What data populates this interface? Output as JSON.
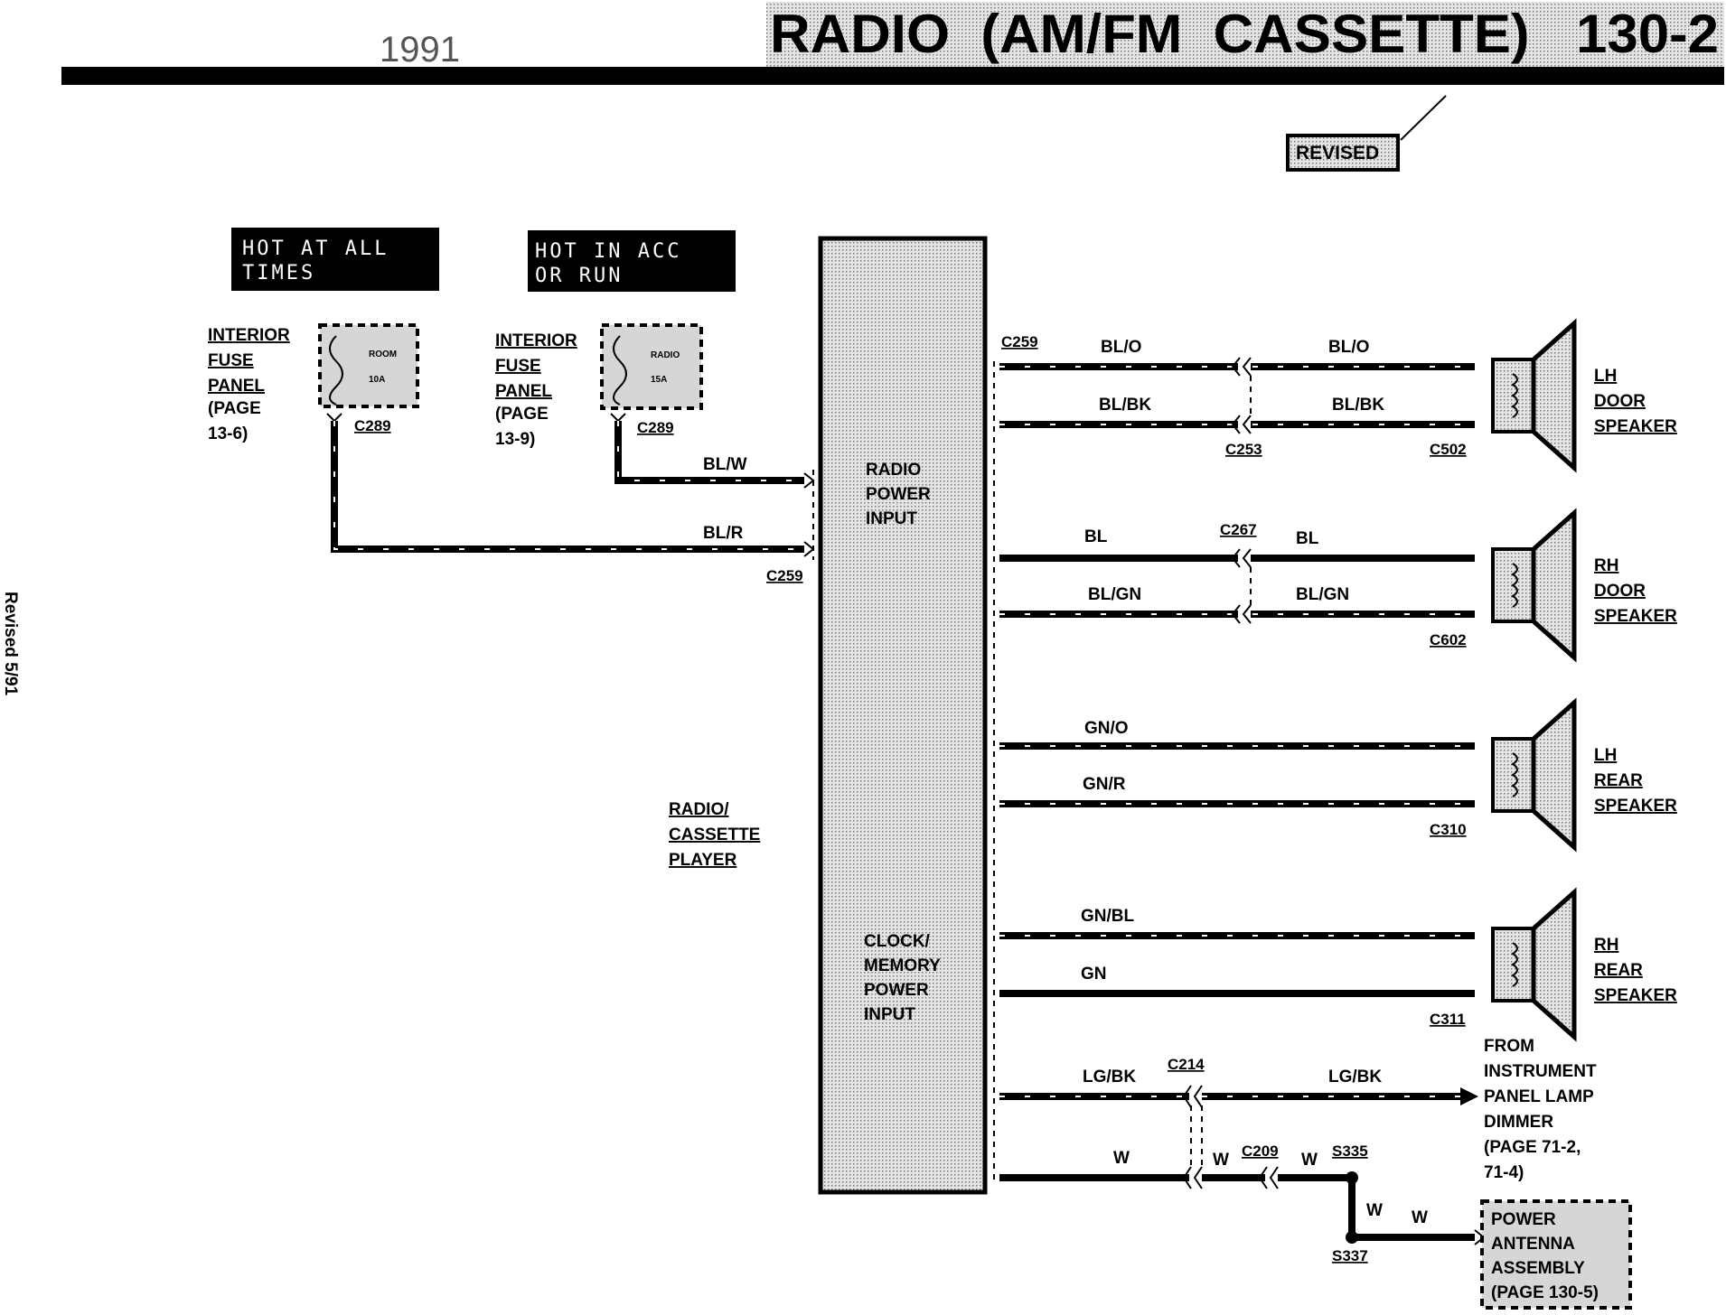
{
  "header": {
    "year": "1991",
    "title": "RADIO  (AM/FM  CASSETTE)   130-2",
    "revised_tag": "REVISED",
    "side_note": "Revised 5/91"
  },
  "power_sources": {
    "hot_all_times": [
      "HOT AT ALL",
      "TIMES"
    ],
    "hot_acc_run": [
      "HOT IN ACC",
      "OR RUN"
    ]
  },
  "fuse_panels": [
    {
      "lines": [
        "INTERIOR",
        "FUSE",
        "PANEL",
        "(PAGE",
        "13-6)"
      ],
      "fuse_name": "ROOM",
      "fuse_rating": "10A",
      "connector": "C289"
    },
    {
      "lines": [
        "INTERIOR",
        "FUSE",
        "PANEL",
        "(PAGE",
        "13-9)"
      ],
      "fuse_name": "RADIO",
      "fuse_rating": "15A",
      "connector": "C289"
    }
  ],
  "power_wires": {
    "acc": "BL/W",
    "hot": "BL/R",
    "connector": "C259"
  },
  "radio_unit": {
    "label": [
      "RADIO/",
      "CASSETTE",
      "PLAYER"
    ],
    "power_input": [
      "RADIO",
      "POWER",
      "INPUT"
    ],
    "memory_input": [
      "CLOCK/",
      "MEMORY",
      "POWER",
      "INPUT"
    ]
  },
  "speaker_connector": "C259",
  "speakers": [
    {
      "name": [
        "LH",
        "DOOR",
        "SPEAKER"
      ],
      "wire1_left": "BL/O",
      "wire1_right": "BL/O",
      "wire2_left": "BL/BK",
      "wire2_right": "BL/BK",
      "mid_connector": "C253",
      "end_connector": "C502"
    },
    {
      "name": [
        "RH",
        "DOOR",
        "SPEAKER"
      ],
      "wire1_left": "BL",
      "wire1_right": "BL",
      "wire2_left": "BL/GN",
      "wire2_right": "BL/GN",
      "mid_connector": "C267",
      "end_connector": "C602"
    },
    {
      "name": [
        "LH",
        "REAR",
        "SPEAKER"
      ],
      "wire1_left": "GN/O",
      "wire2_left": "GN/R",
      "end_connector": "C310"
    },
    {
      "name": [
        "RH",
        "REAR",
        "SPEAKER"
      ],
      "wire1_left": "GN/BL",
      "wire2_left": "GN",
      "end_connector": "C311"
    }
  ],
  "dimmer": {
    "wire_left": "LG/BK",
    "wire_right": "LG/BK",
    "connector": "C214",
    "label": [
      "FROM",
      "INSTRUMENT",
      "PANEL LAMP",
      "DIMMER",
      "(PAGE 71-2,",
      "71-4)"
    ]
  },
  "antenna": {
    "wire_a": "W",
    "wire_b": "W",
    "wire_c": "W",
    "wire_d": "W",
    "wire_e": "W",
    "connector": "C209",
    "splice_top": "S335",
    "splice_bottom": "S337",
    "label": [
      "POWER",
      "ANTENNA",
      "ASSEMBLY",
      "(PAGE 130-5)"
    ]
  }
}
